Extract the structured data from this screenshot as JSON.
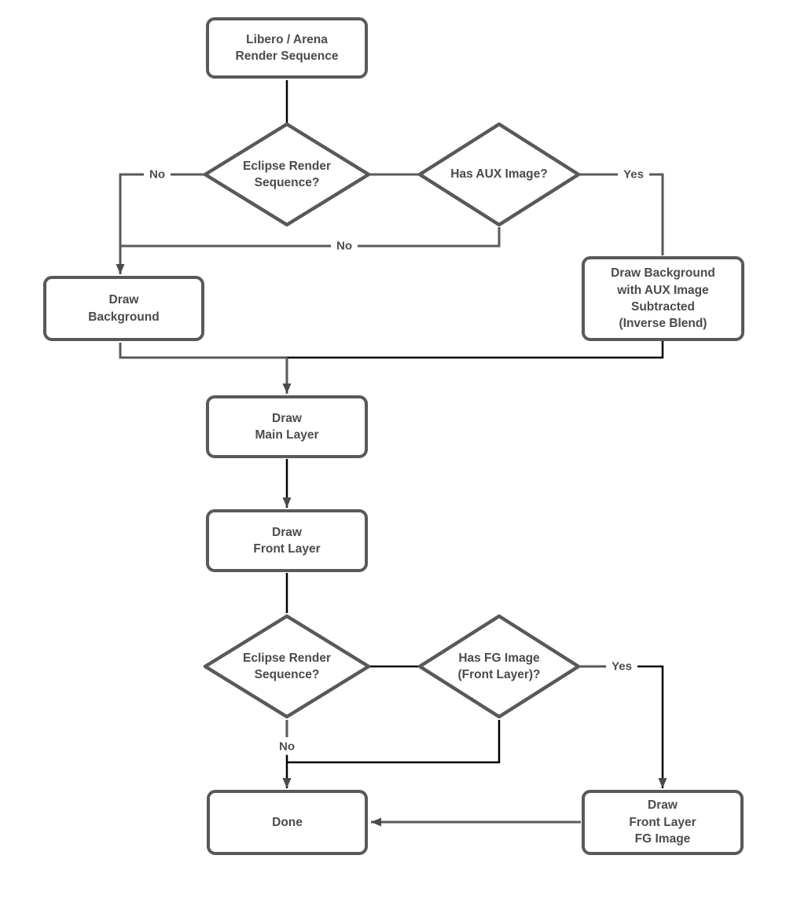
{
  "diagram": {
    "type": "flowchart",
    "nodes": {
      "start": {
        "label": "Libero / Arena\nRender Sequence",
        "shape": "rounded-rect"
      },
      "eclipse1": {
        "label": "Eclipse Render\nSequence?",
        "shape": "diamond"
      },
      "has_aux": {
        "label": "Has AUX Image?",
        "shape": "diamond"
      },
      "draw_background": {
        "label": "Draw\nBackground",
        "shape": "rounded-rect"
      },
      "draw_background_aux": {
        "label": "Draw Background\nwith AUX Image\nSubtracted\n(Inverse Blend)",
        "shape": "rounded-rect"
      },
      "draw_main_layer": {
        "label": "Draw\nMain Layer",
        "shape": "rounded-rect"
      },
      "draw_front_layer": {
        "label": "Draw\nFront Layer",
        "shape": "rounded-rect"
      },
      "eclipse2": {
        "label": "Eclipse Render\nSequence?",
        "shape": "diamond"
      },
      "has_fg": {
        "label": "Has FG Image\n(Front Layer)?",
        "shape": "diamond"
      },
      "done": {
        "label": "Done",
        "shape": "rounded-rect"
      },
      "draw_fg_image": {
        "label": "Draw\nFront Layer\nFG Image",
        "shape": "rounded-rect"
      }
    },
    "edge_labels": {
      "eclipse1_no": "No",
      "has_aux_no": "No",
      "has_aux_yes": "Yes",
      "eclipse2_no": "No",
      "has_fg_yes": "Yes"
    }
  },
  "colors": {
    "background": "#ffffff",
    "node_border": "#58595b",
    "node_text": "#4b4b4d",
    "line_gray": "#595959",
    "line_black": "#000000",
    "arrow_fill": "#4a4a4a",
    "label_text": "#4d4d4d"
  }
}
